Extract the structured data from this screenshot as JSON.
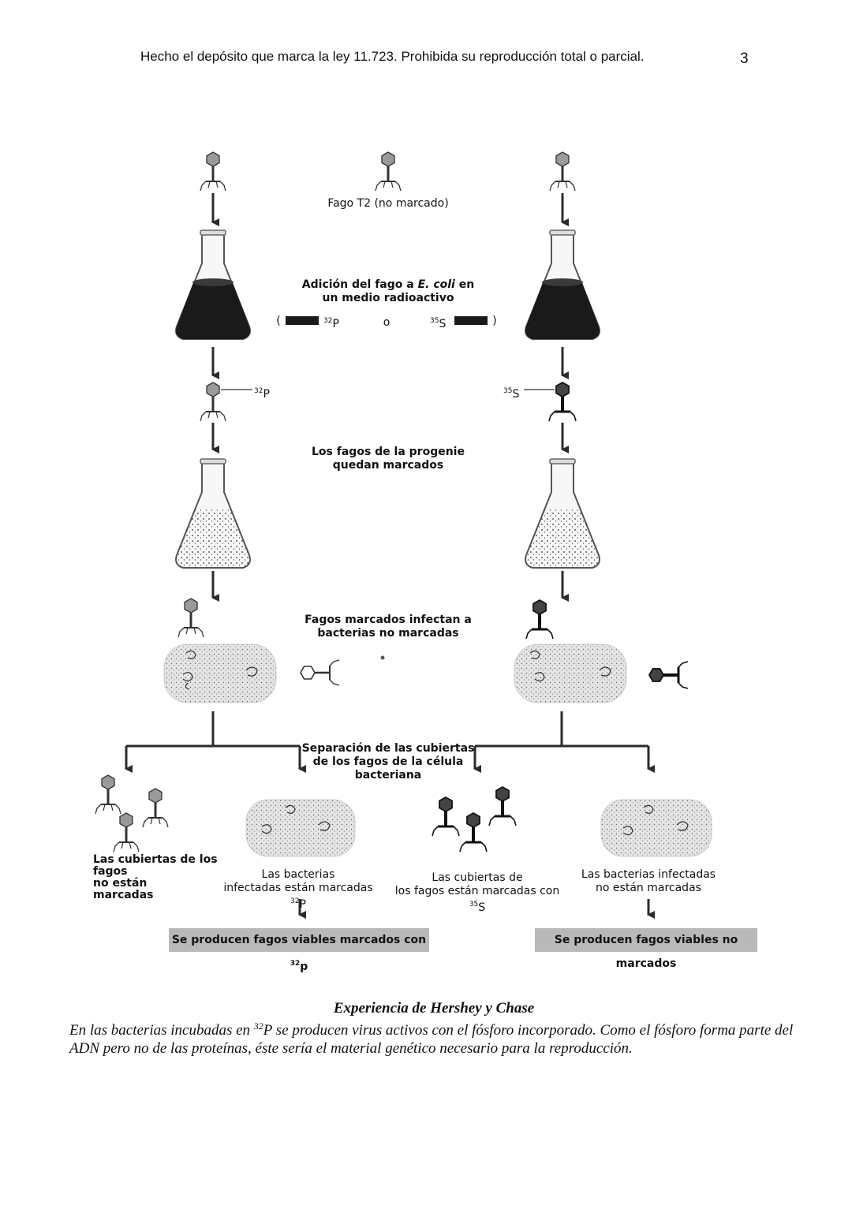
{
  "header": {
    "notice": "Hecho el depósito que marca la ley 11.723.  Prohibida su reproducción total o parcial.",
    "page_number": "3"
  },
  "diagram": {
    "phage_label": "Fago T2 (no marcado)",
    "addition_line1": "Adición del fago a ",
    "addition_ecoli": "E. coli",
    "addition_line1_end": " en",
    "addition_line2": "un medio radioactivo",
    "legend_open": "(",
    "legend_p_mass": "32",
    "legend_p_symbol": "P",
    "legend_or": "o",
    "legend_s_mass": "35",
    "legend_s_symbol": "S",
    "legend_close": ")",
    "left_tag_mass": "32",
    "left_tag_symbol": "P",
    "right_tag_mass": "35",
    "right_tag_symbol": "S",
    "progeny_line1": "Los fagos de la progenie",
    "progeny_line2": "quedan marcados",
    "infect_line1": "Fagos marcados infectan a",
    "infect_line2": "bacterias no marcadas",
    "separation_line1": "Separación de las cubiertas",
    "separation_line2": "de los fagos de la célula",
    "separation_line3": "bacteriana",
    "coats_unlabeled_1": "Las cubiertas de los fagos",
    "coats_unlabeled_2": "no están",
    "coats_unlabeled_3": "marcadas",
    "bact_labeled_1": "Las bacterias",
    "bact_labeled_2": "infectadas están marcadas ",
    "bact_labeled_mass": "32",
    "bact_labeled_symbol": "P",
    "coats_labeled_1": "Las cubiertas de",
    "coats_labeled_2": "los fagos están marcadas con ",
    "coats_labeled_mass": "35",
    "coats_labeled_symbol": "S",
    "bact_unlabeled_1": "Las bacterias infectadas",
    "bact_unlabeled_2": "no están marcadas",
    "result_left": "Se producen fagos viables marcados con ",
    "result_left_mass": "32",
    "result_left_symbol": "p",
    "result_right": "Se producen fagos viables no marcados"
  },
  "caption": {
    "title": "Experiencia de Hershey y Chase",
    "body_start": "En las bacterias incubadas en  ",
    "body_mass": "32",
    "body_rest": "P se producen virus activos con el fósforo incorporado.  Como el fósforo forma parte del ADN pero no de las proteínas, éste sería el material genético  necesario para la reproducción."
  },
  "colors": {
    "ink": "#2b2b2b",
    "banner": "#b9b9b9",
    "liquid_dark": "#1a1a1a",
    "phage_grey": "#9a9a9a"
  }
}
